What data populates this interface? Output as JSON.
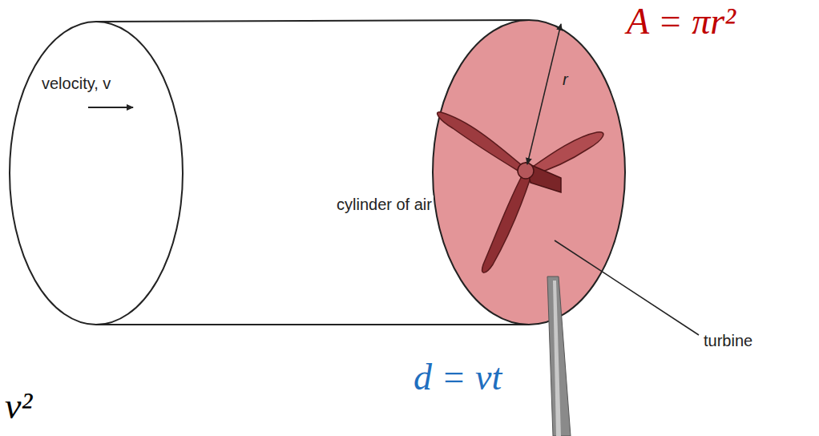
{
  "diagram": {
    "nodes": [
      {
        "text": [
          "velocity, v"
        ]
      }
    ],
    "labels": [
      "A = πr²",
      "r",
      "cylinder of air",
      "turbine",
      "d = vt",
      "v²"
    ]
  }
}
